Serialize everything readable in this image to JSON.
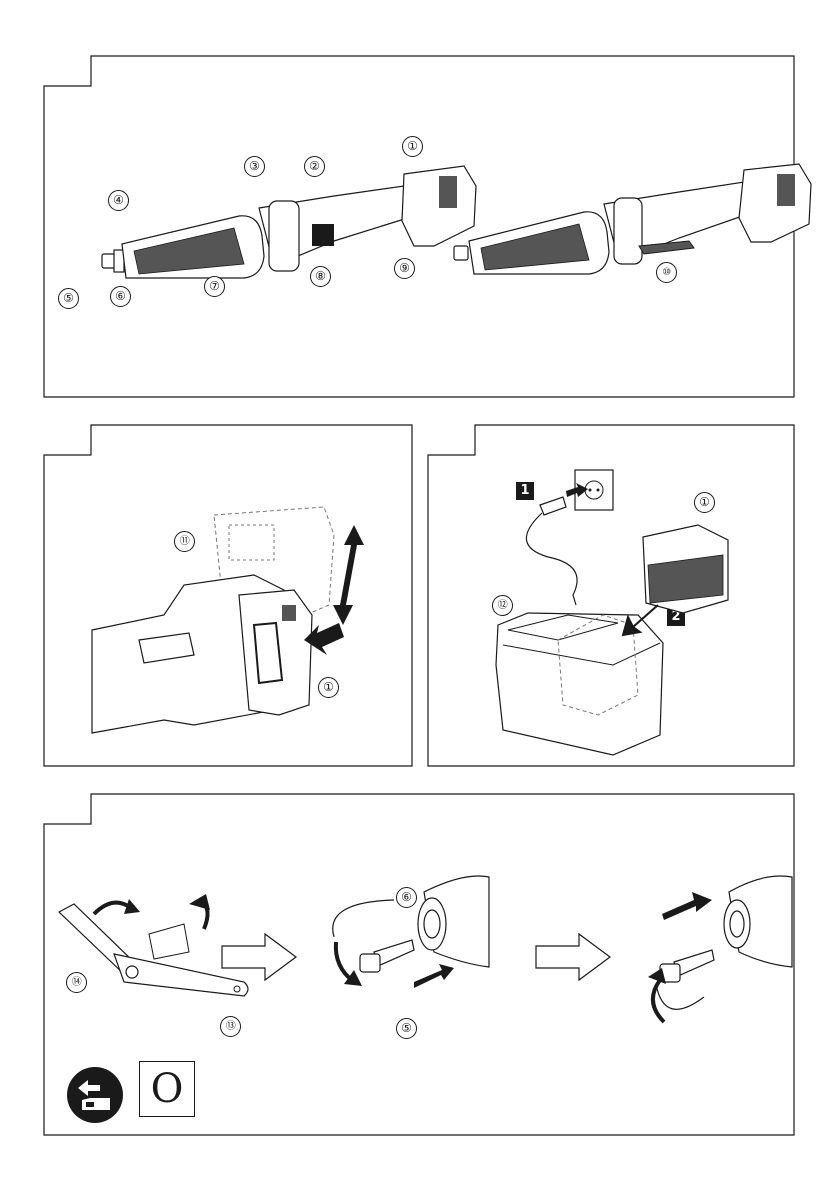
{
  "figure1": {
    "callouts": [
      "①",
      "②",
      "③",
      "④",
      "⑤",
      "⑥",
      "⑦",
      "⑧",
      "⑨",
      "⑩"
    ]
  },
  "figure2": {
    "callouts": [
      "⑪",
      "①"
    ]
  },
  "figure3": {
    "callouts": [
      "①",
      "⑫"
    ],
    "steps": [
      "1",
      "2"
    ]
  },
  "figure4": {
    "callouts": [
      "⑥",
      "⑤",
      "⑭",
      "⑬"
    ],
    "symbol_letter": "O",
    "icons": [
      "tool-pictogram-icon",
      "hollow-arrow-right-icon",
      "rotate-arrow-icon"
    ]
  },
  "colors": {
    "ink": "#1a1a1a",
    "grip": "#555555",
    "dashed": "#777777"
  }
}
